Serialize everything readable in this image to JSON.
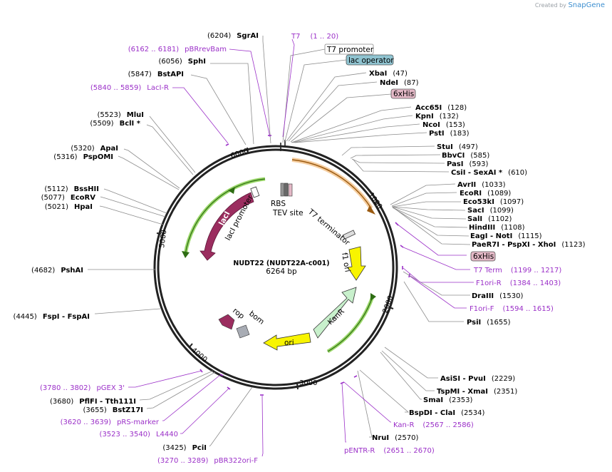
{
  "credit": {
    "prefix": "Created by",
    "brand": "SnapGene"
  },
  "plasmid": {
    "name": "NUDT22 (NUDT22A-c001)",
    "length_label": "6264 bp",
    "length": 6264
  },
  "ticks": [
    "1000",
    "2000",
    "3000",
    "4000",
    "5000",
    "6000"
  ],
  "boxed_labels": [
    {
      "id": "t7promoter",
      "text": "T7 promoter",
      "fill": "#ffffff"
    },
    {
      "id": "lacop",
      "text": "lac operator",
      "fill": "#8fc3d0"
    },
    {
      "id": "his1",
      "text": "6xHis",
      "fill": "#e3b8c6"
    },
    {
      "id": "his2",
      "text": "6xHis",
      "fill": "#e3b8c6"
    }
  ],
  "right_labels": [
    {
      "id": "xbai",
      "name": "XbaI",
      "pos": "(47)"
    },
    {
      "id": "ndei",
      "name": "NdeI",
      "pos": "(87)"
    },
    {
      "id": "acc65i",
      "name": "Acc65I",
      "pos": "(128)"
    },
    {
      "id": "kpni",
      "name": "KpnI",
      "pos": "(132)"
    },
    {
      "id": "ncoi",
      "name": "NcoI",
      "pos": "(153)"
    },
    {
      "id": "psti",
      "name": "PstI",
      "pos": "(183)"
    },
    {
      "id": "stui",
      "name": "StuI",
      "pos": "(497)"
    },
    {
      "id": "bbvci",
      "name": "BbvCI",
      "pos": "(585)"
    },
    {
      "id": "pasi",
      "name": "PasI",
      "pos": "(593)"
    },
    {
      "id": "csii",
      "name": "CsiI  -  SexAI *",
      "pos": "(610)"
    },
    {
      "id": "avrii",
      "name": "AvrII",
      "pos": "(1033)"
    },
    {
      "id": "ecori",
      "name": "EcoRI",
      "pos": "(1089)"
    },
    {
      "id": "eco53ki",
      "name": "Eco53kI",
      "pos": "(1097)"
    },
    {
      "id": "saci",
      "name": "SacI",
      "pos": "(1099)"
    },
    {
      "id": "sali",
      "name": "SalI",
      "pos": "(1102)"
    },
    {
      "id": "hindiii",
      "name": "HindIII",
      "pos": "(1108)"
    },
    {
      "id": "eagi",
      "name": "EagI  -  NotI",
      "pos": "(1115)"
    },
    {
      "id": "paer7i",
      "name": "PaeR7I  -  PspXI  -  XhoI",
      "pos": "(1123)"
    },
    {
      "id": "draiii",
      "name": "DraIII",
      "pos": "(1530)"
    },
    {
      "id": "psii",
      "name": "PsiI",
      "pos": "(1655)"
    },
    {
      "id": "asisi",
      "name": "AsiSI  -  PvuI",
      "pos": "(2229)"
    },
    {
      "id": "tspmi",
      "name": "TspMI  -  XmaI",
      "pos": "(2351)"
    },
    {
      "id": "smai",
      "name": "SmaI",
      "pos": "(2353)"
    },
    {
      "id": "bspdi",
      "name": "BspDI  -  ClaI",
      "pos": "(2534)"
    },
    {
      "id": "nrui",
      "name": "NruI",
      "pos": "(2570)"
    }
  ],
  "right_primers": [
    {
      "id": "t7",
      "name": "T7",
      "pos": "(1 .. 20)"
    },
    {
      "id": "t7term",
      "name": "T7 Term",
      "pos": "(1199 .. 1217)"
    },
    {
      "id": "f1orir",
      "name": "F1ori-R",
      "pos": "(1384 .. 1403)"
    },
    {
      "id": "f1orif",
      "name": "F1ori-F",
      "pos": "(1594 .. 1615)"
    },
    {
      "id": "kanr",
      "name": "Kan-R",
      "pos": "(2567 .. 2586)"
    },
    {
      "id": "pentrr",
      "name": "pENTR-R",
      "pos": "(2651 .. 2670)"
    }
  ],
  "left_labels": [
    {
      "id": "sgrai",
      "name": "SgrAI",
      "pos": "(6204)"
    },
    {
      "id": "sphi",
      "name": "SphI",
      "pos": "(6056)"
    },
    {
      "id": "bstapi",
      "name": "BstAPI",
      "pos": "(5847)"
    },
    {
      "id": "mlui",
      "name": "MluI",
      "pos": "(5523)"
    },
    {
      "id": "bcli",
      "name": "BclI *",
      "pos": "(5509)"
    },
    {
      "id": "apai",
      "name": "ApaI",
      "pos": "(5320)"
    },
    {
      "id": "psp",
      "name": "PspOMI",
      "pos": "(5316)"
    },
    {
      "id": "bsshii",
      "name": "BssHII",
      "pos": "(5112)"
    },
    {
      "id": "ecorv",
      "name": "EcoRV",
      "pos": "(5077)"
    },
    {
      "id": "hpai",
      "name": "HpaI",
      "pos": "(5021)"
    },
    {
      "id": "pshai",
      "name": "PshAI",
      "pos": "(4682)"
    },
    {
      "id": "fspi",
      "name": "FspI  -  FspAI",
      "pos": "(4445)"
    },
    {
      "id": "pflfi",
      "name": "PflFI  -  Tth111I",
      "pos": "(3680)"
    },
    {
      "id": "bstz17i",
      "name": "BstZ17I",
      "pos": "(3655)"
    },
    {
      "id": "pcii",
      "name": "PciI",
      "pos": "(3425)"
    }
  ],
  "left_primers": [
    {
      "id": "pbrrevbam",
      "name": "pBRrevBam",
      "pos": "(6162 .. 6181)"
    },
    {
      "id": "laci_r",
      "name": "LacI-R",
      "pos": "(5840 .. 5859)"
    },
    {
      "id": "pgex3",
      "name": "pGEX 3'",
      "pos": "(3780 .. 3802)"
    },
    {
      "id": "prs",
      "name": "pRS-marker",
      "pos": "(3620 .. 3639)"
    },
    {
      "id": "l4440",
      "name": "L4440",
      "pos": "(3523 .. 3540)"
    },
    {
      "id": "pbr322",
      "name": "pBR322ori-F",
      "pos": "(3270 .. 3289)"
    }
  ],
  "features": {
    "laci": "lacI",
    "laci_promoter": "lacI promoter",
    "rbs": "RBS",
    "tev": "TEV site",
    "t7_terminator": "T7 terminator",
    "f1_ori": "f1 ori",
    "kanr": "KanR",
    "ori": "ori",
    "rop": "rop",
    "bom": "bom"
  },
  "colors": {
    "primer": "#9b30c8",
    "laci_fill": "#9b2d5f",
    "kanr_fill": "#c8f0cc",
    "ori_fill": "#f8f400",
    "orf_green": "#3d8a1e",
    "orange_orf": "#e8902a"
  }
}
